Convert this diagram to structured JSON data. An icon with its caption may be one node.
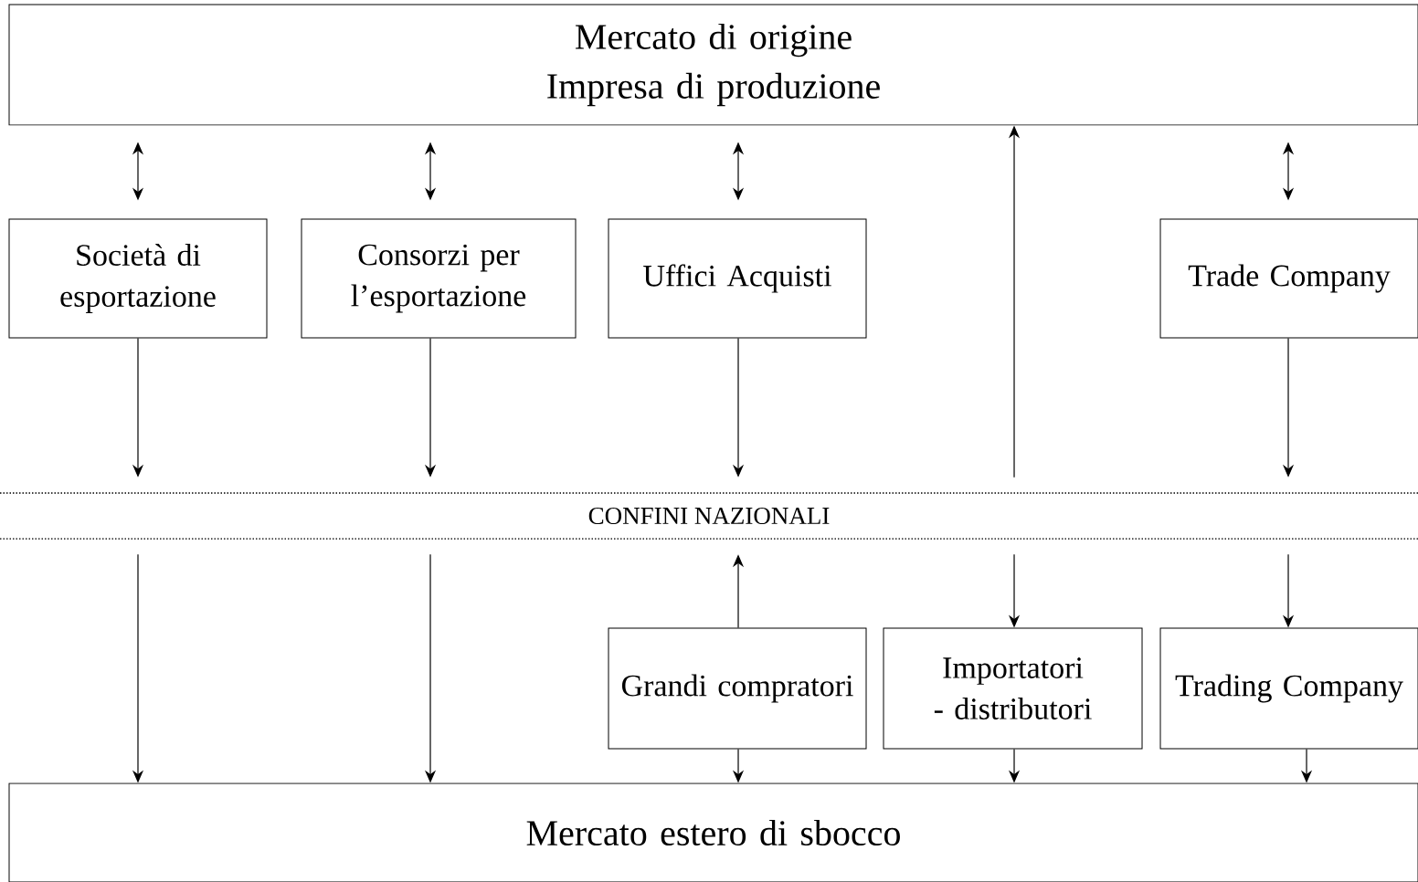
{
  "diagram": {
    "nodes": [
      {
        "text": [
          "Mercato di origine",
          "Impresa di produzione"
        ]
      },
      {
        "text": [
          "Società di esportazione"
        ]
      },
      {
        "text": [
          "Consorzi per l’esportazione"
        ]
      },
      {
        "text": [
          "Uffici Acquisti"
        ]
      },
      {
        "text": [
          "Trade Company"
        ]
      },
      {
        "text": [
          "CONFINI NAZIONALI"
        ]
      },
      {
        "text": [
          "Grandi compratori"
        ]
      },
      {
        "text": [
          "Importatori - distributori"
        ]
      },
      {
        "text": [
          "Trading Company"
        ]
      },
      {
        "text": [
          "Mercato estero di sbocco"
        ]
      }
    ],
    "edges": [
      {
        "from": 0,
        "to": 1,
        "arrow": "both"
      },
      {
        "from": 0,
        "to": 2,
        "arrow": "both"
      },
      {
        "from": 0,
        "to": 3,
        "arrow": "both"
      },
      {
        "from": 0,
        "to": 4,
        "arrow": "both"
      },
      {
        "from": 1,
        "to": 5,
        "arrow": "to"
      },
      {
        "from": 2,
        "to": 5,
        "arrow": "to"
      },
      {
        "from": 3,
        "to": 5,
        "arrow": "to"
      },
      {
        "from": 4,
        "to": 5,
        "arrow": "to"
      },
      {
        "from": 5,
        "to": 0,
        "arrow": "to"
      },
      {
        "from": 5,
        "to": 9,
        "arrow": "to"
      },
      {
        "from": 5,
        "to": 9,
        "arrow": "to"
      },
      {
        "from": 6,
        "to": 5,
        "arrow": "to"
      },
      {
        "from": 5,
        "to": 7,
        "arrow": "to"
      },
      {
        "from": 5,
        "to": 8,
        "arrow": "to"
      },
      {
        "from": 6,
        "to": 9,
        "arrow": "to"
      },
      {
        "from": 7,
        "to": 9,
        "arrow": "to"
      },
      {
        "from": 8,
        "to": 9,
        "arrow": "to"
      }
    ]
  }
}
